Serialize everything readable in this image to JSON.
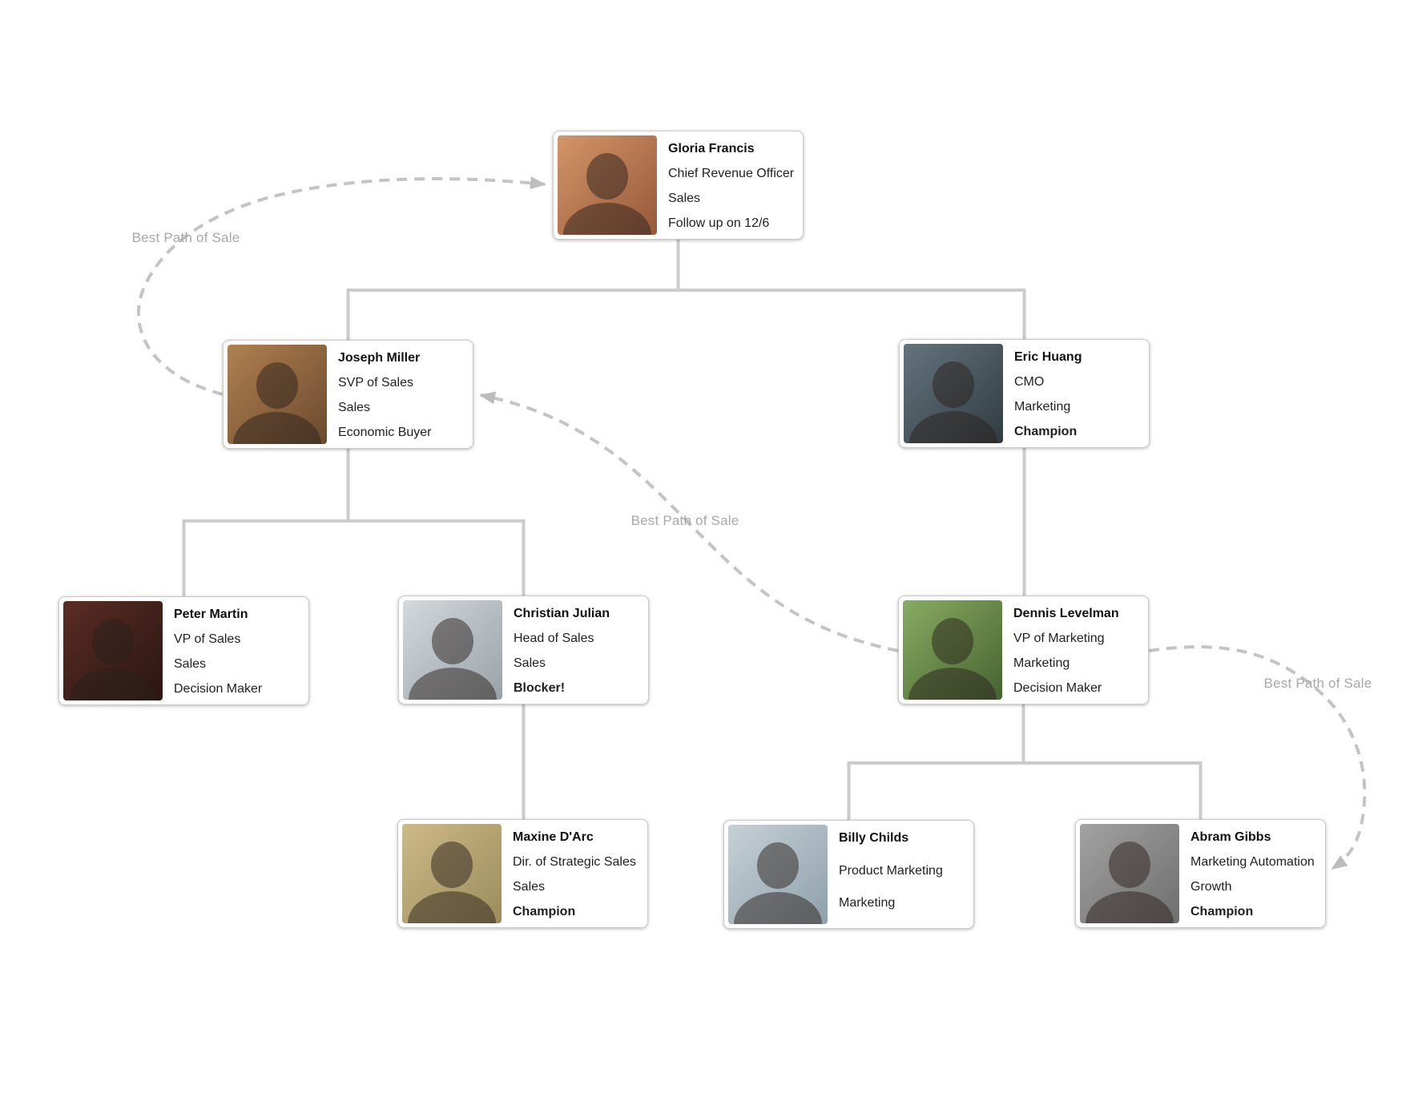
{
  "diagram": {
    "type": "org-chart",
    "colors": {
      "champion": "#2bb3c3",
      "blocker": "#f77c7c",
      "connector": "#cbcbcb",
      "dashed_path": "#c4c4c4",
      "arrowhead": "#bdbdbd",
      "path_label": "#a8a8a8",
      "card_border": "#c9c9c9",
      "name_text": "#111111",
      "body_text": "#1f1f1f"
    },
    "labels": [
      {
        "text": "Best Path of Sale"
      },
      {
        "text": "Best Path of Sale"
      },
      {
        "text": "Best Path of Sale"
      }
    ],
    "people": [
      {
        "name": "Gloria Francis",
        "title": "Chief Revenue Officer",
        "department": "Sales",
        "status": "Follow up on 12/6",
        "status_type": "note"
      },
      {
        "name": "Joseph Miller",
        "title": "SVP of Sales",
        "department": "Sales",
        "status": "Economic Buyer",
        "status_type": "note"
      },
      {
        "name": "Eric Huang",
        "title": "CMO",
        "department": "Marketing",
        "status": "Champion",
        "status_type": "champion"
      },
      {
        "name": "Peter Martin",
        "title": "VP of Sales",
        "department": "Sales",
        "status": "Decision Maker",
        "status_type": "note"
      },
      {
        "name": "Christian Julian",
        "title": "Head of Sales",
        "department": "Sales",
        "status": "Blocker!",
        "status_type": "blocker"
      },
      {
        "name": "Dennis Levelman",
        "title": "VP of Marketing",
        "department": "Marketing",
        "status": "Decision Maker",
        "status_type": "note"
      },
      {
        "name": "Maxine D'Arc",
        "title": "Dir. of Strategic Sales",
        "department": "Sales",
        "status": "Champion",
        "status_type": "champion"
      },
      {
        "name": "Billy Childs",
        "title": "Product Marketing",
        "department": "Marketing",
        "status": "",
        "status_type": "none"
      },
      {
        "name": "Abram Gibbs",
        "title": "Marketing Automation",
        "department": "Growth",
        "status": "Champion",
        "status_type": "champion"
      }
    ],
    "relationships": {
      "reporting": [
        "Joseph Miller -> Gloria Francis",
        "Eric Huang -> Gloria Francis",
        "Peter Martin -> Joseph Miller",
        "Christian Julian -> Joseph Miller",
        "Maxine D'Arc -> Christian Julian",
        "Dennis Levelman -> Eric Huang",
        "Billy Childs -> Dennis Levelman",
        "Abram Gibbs -> Dennis Levelman"
      ],
      "best_path_of_sale": [
        "Joseph Miller -> Gloria Francis",
        "Dennis Levelman -> Joseph Miller",
        "Dennis Levelman -> Abram Gibbs"
      ]
    }
  }
}
